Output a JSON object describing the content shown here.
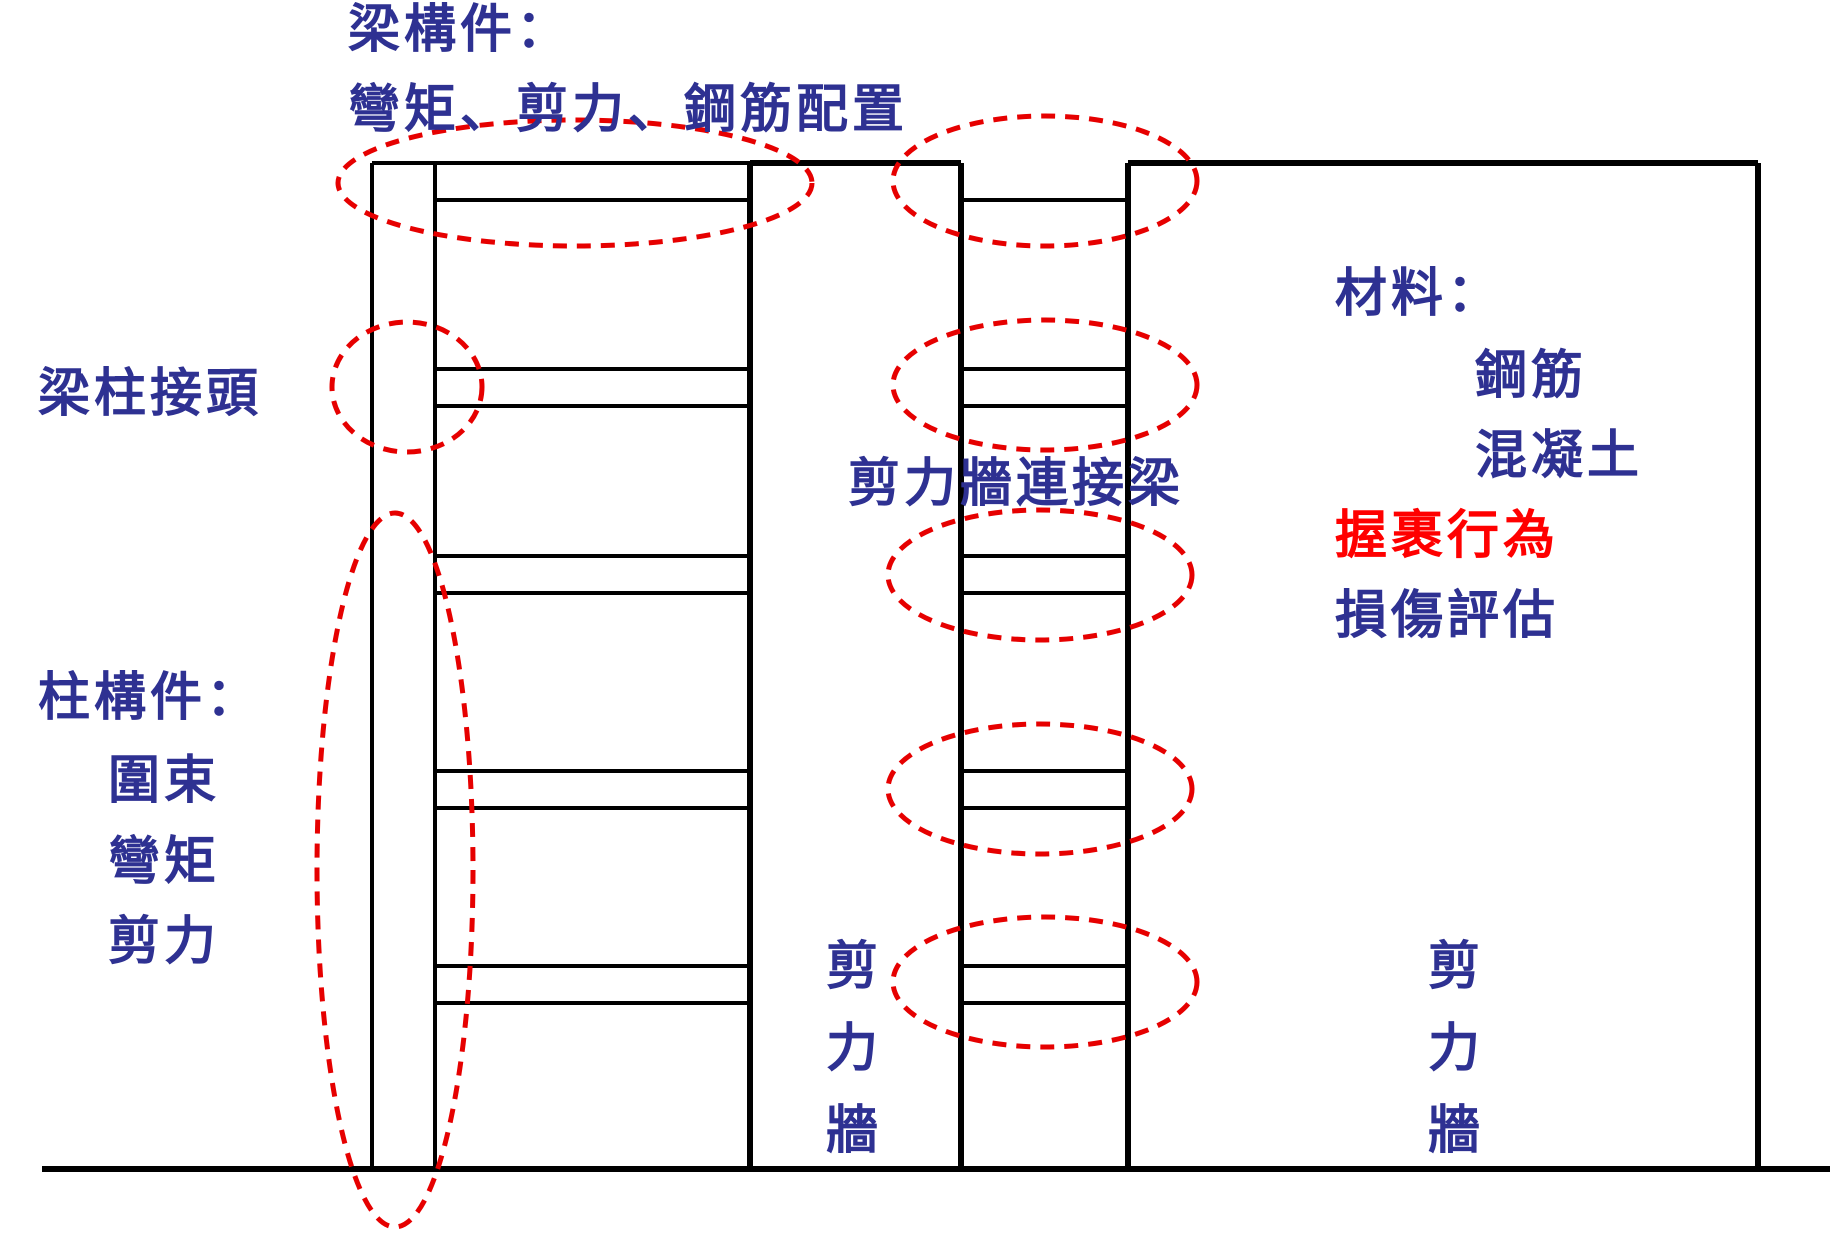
{
  "colors": {
    "structure": "#000000",
    "label": "#2e3192",
    "highlight": "#ff0000",
    "ellipse": "#e60000"
  },
  "labels": {
    "beam_member_title": "梁構件：",
    "beam_member_items": "彎矩、剪力、鋼筋配置",
    "beam_column_joint": "梁柱接頭",
    "column_member_title": "柱構件：",
    "column_item_confinement": "圍束",
    "column_item_moment": "彎矩",
    "column_item_shear": "剪力",
    "coupling_beam": "剪力牆連接梁",
    "material_title": "材料：",
    "material_steel": "鋼筋",
    "material_concrete": "混凝土",
    "bond_behavior": "握裹行為",
    "damage_assessment": "損傷評估",
    "shear_wall_left": "剪力牆",
    "shear_wall_right": "剪力牆"
  }
}
